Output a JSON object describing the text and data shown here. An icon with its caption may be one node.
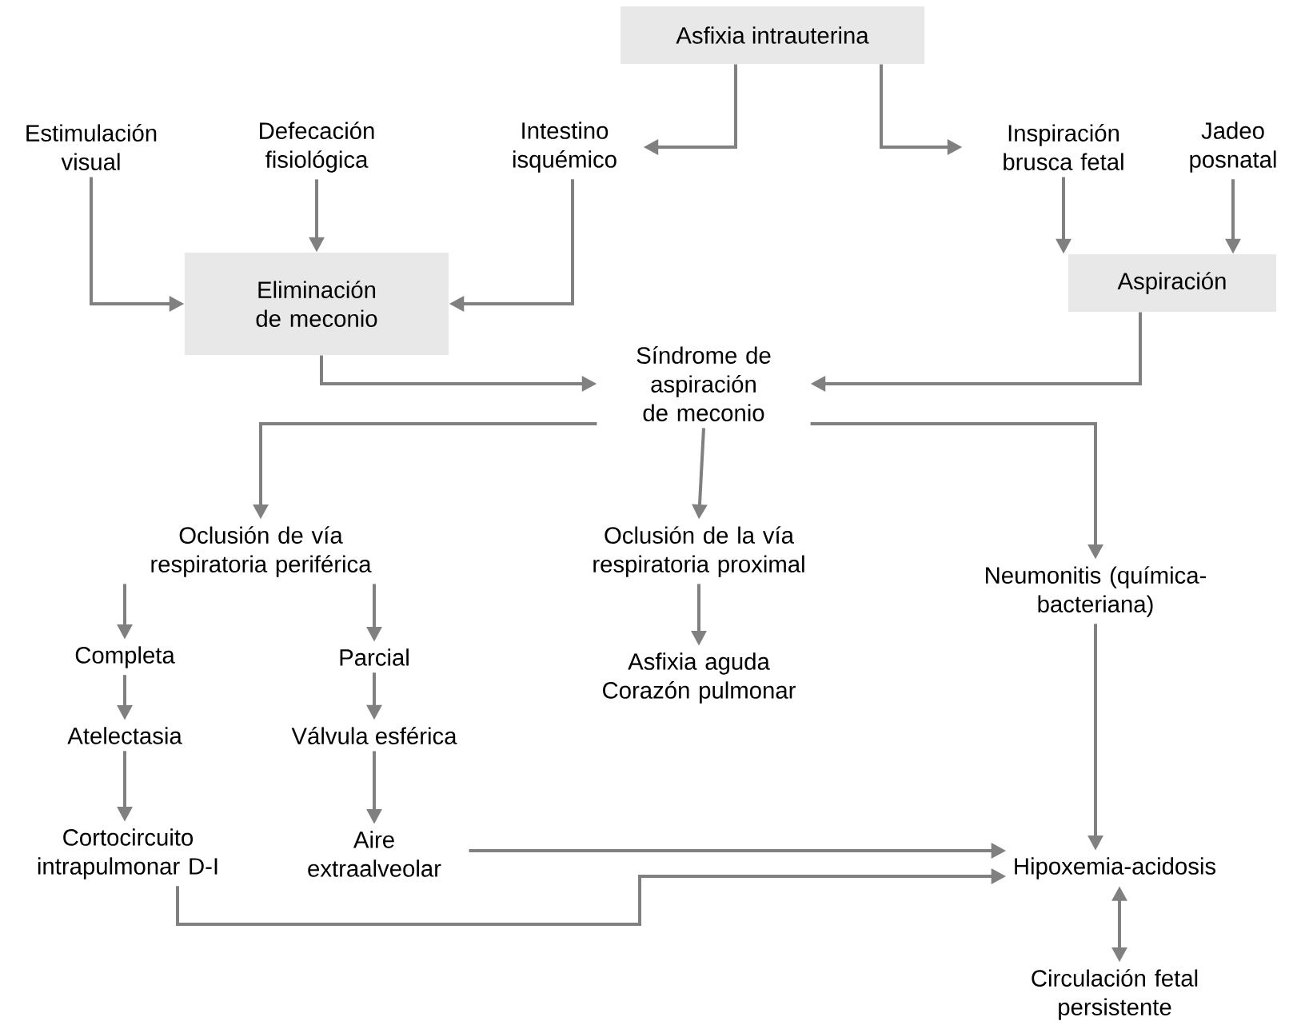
{
  "diagram": {
    "nodes": [
      {
        "text": [
          "Asfixia intrauterina"
        ]
      },
      {
        "text": [
          "Estimulación visual"
        ]
      },
      {
        "text": [
          "Defecación fisiológica"
        ]
      },
      {
        "text": [
          "Intestino isquémico"
        ]
      },
      {
        "text": [
          "Inspiración brusca fetal"
        ]
      },
      {
        "text": [
          "Jadeo posnatal"
        ]
      },
      {
        "text": [
          "Eliminación de meconio"
        ]
      },
      {
        "text": [
          "Aspiración"
        ]
      },
      {
        "text": [
          "Síndrome de aspiración de meconio"
        ]
      },
      {
        "text": [
          "Oclusión de vía respiratoria periférica"
        ]
      },
      {
        "text": [
          "Oclusión de la vía respiratoria proximal"
        ]
      },
      {
        "text": [
          "Neumonitis (química-bacteriana)"
        ]
      },
      {
        "text": [
          "Completa"
        ]
      },
      {
        "text": [
          "Parcial"
        ]
      },
      {
        "text": [
          "Atelectasia"
        ]
      },
      {
        "text": [
          "Válvula esférica"
        ]
      },
      {
        "text": [
          "Asfixia aguda Corazón pulmonar"
        ]
      },
      {
        "text": [
          "Cortocircuito intrapulmonar D-I"
        ]
      },
      {
        "text": [
          "Aire extraalveolar"
        ]
      },
      {
        "text": [
          "Hipoxemia-acidosis"
        ]
      },
      {
        "text": [
          "Circulación fetal persistente"
        ]
      }
    ],
    "edges": [
      {
        "from": 0,
        "to": 3,
        "arrow": "to"
      },
      {
        "from": 0,
        "to": 4,
        "arrow": "to"
      },
      {
        "from": 1,
        "to": 6,
        "arrow": "to"
      },
      {
        "from": 2,
        "to": 6,
        "arrow": "to"
      },
      {
        "from": 3,
        "to": 6,
        "arrow": "to"
      },
      {
        "from": 4,
        "to": 7,
        "arrow": "to"
      },
      {
        "from": 5,
        "to": 7,
        "arrow": "to"
      },
      {
        "from": 6,
        "to": 8,
        "arrow": "to"
      },
      {
        "from": 7,
        "to": 8,
        "arrow": "to"
      },
      {
        "from": 8,
        "to": 9,
        "arrow": "to"
      },
      {
        "from": 8,
        "to": 10,
        "arrow": "to"
      },
      {
        "from": 8,
        "to": 11,
        "arrow": "to"
      },
      {
        "from": 9,
        "to": 12,
        "arrow": "to"
      },
      {
        "from": 9,
        "to": 13,
        "arrow": "to"
      },
      {
        "from": 10,
        "to": 16,
        "arrow": "to"
      },
      {
        "from": 12,
        "to": 14,
        "arrow": "to"
      },
      {
        "from": 13,
        "to": 15,
        "arrow": "to"
      },
      {
        "from": 14,
        "to": 17,
        "arrow": "to"
      },
      {
        "from": 15,
        "to": 18,
        "arrow": "to"
      },
      {
        "from": 11,
        "to": 19,
        "arrow": "to"
      },
      {
        "from": 18,
        "to": 19,
        "arrow": "to"
      },
      {
        "from": 17,
        "to": 19,
        "arrow": "to"
      },
      {
        "from": 19,
        "to": 20,
        "arrow": "both"
      }
    ]
  }
}
